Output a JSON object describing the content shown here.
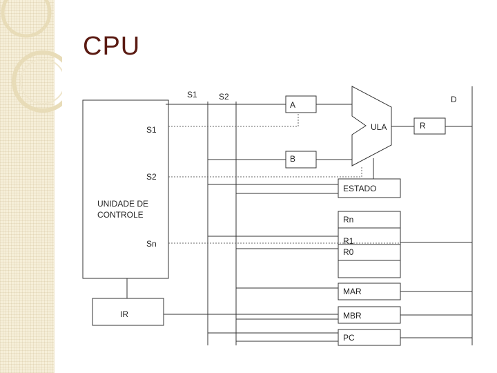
{
  "slide": {
    "title": "CPU"
  },
  "diagram": {
    "bus_labels": {
      "s1": "S1",
      "s2": "S2",
      "d": "D"
    },
    "control_unit": {
      "label_line1": "UNIDADE DE",
      "label_line2": "CONTROLE",
      "outputs": {
        "s1": "S1",
        "s2": "S2",
        "sn": "Sn"
      }
    },
    "ir": "IR",
    "reg_a": "A",
    "reg_b": "B",
    "alu": "ULA",
    "reg_r": "R",
    "estado": "ESTADO",
    "register_file": {
      "rn": "Rn",
      "r1": "R1",
      "r0": "R0"
    },
    "mar": "MAR",
    "mbr": "MBR",
    "pc": "PC"
  }
}
